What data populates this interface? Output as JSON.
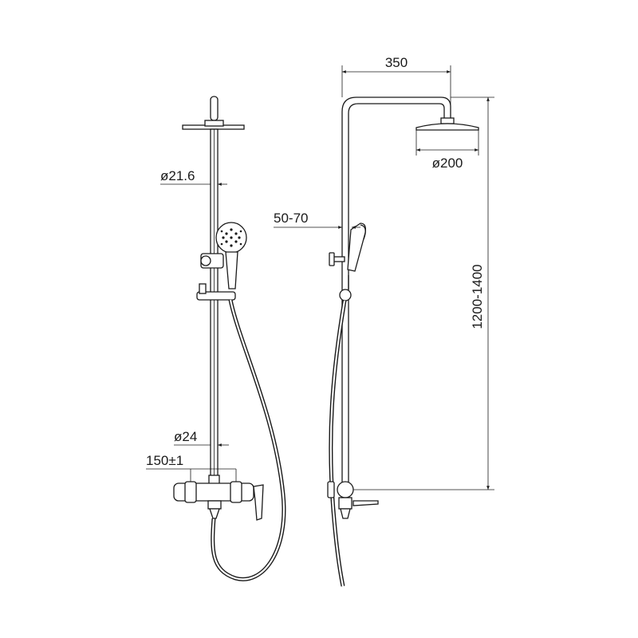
{
  "dimensions": {
    "overhead_diameter": "ø21.6",
    "lower_diameter": "ø24",
    "inlet_spacing": "150±1",
    "arm_reach": "350",
    "head_diameter": "ø200",
    "handshower_offset": "50-70",
    "height_range": "1200-1400"
  },
  "colors": {
    "ink": "#1a1a1a",
    "background": "#ffffff"
  }
}
